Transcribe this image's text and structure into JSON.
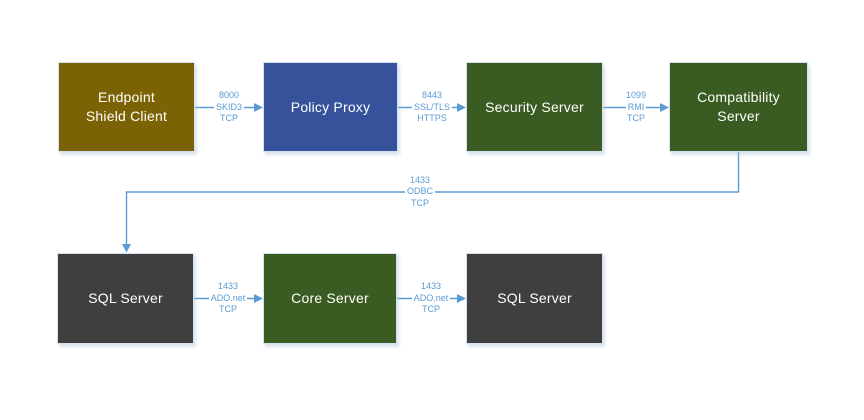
{
  "diagram": {
    "background": "#ffffff",
    "accent_color": "#5B9BD5",
    "node_border_color": "#D5E1EF"
  },
  "boxes": [
    {
      "id": "endpoint-shield-client",
      "label": "Endpoint Shield Client",
      "lines": [
        "Endpoint",
        "Shield Client"
      ],
      "color": "#7A6205"
    },
    {
      "id": "policy-proxy",
      "label": "Policy Proxy",
      "lines": [
        "Policy Proxy"
      ],
      "color": "#35529B"
    },
    {
      "id": "security-server",
      "label": "Security Server",
      "lines": [
        "Security Server"
      ],
      "color": "#3A5B22"
    },
    {
      "id": "compatibility-server",
      "label": "Compatibility Server",
      "lines": [
        "Compatibility",
        "Server"
      ],
      "color": "#3A5B22"
    },
    {
      "id": "sql-server-1",
      "label": "SQL Server",
      "lines": [
        "SQL Server"
      ],
      "color": "#3F3F3F"
    },
    {
      "id": "core-server",
      "label": "Core Server",
      "lines": [
        "Core Server"
      ],
      "color": "#3A5B22"
    },
    {
      "id": "sql-server-2",
      "label": "SQL Server",
      "lines": [
        "SQL Server"
      ],
      "color": "#3F3F3F"
    }
  ],
  "connectors": [
    {
      "from": "endpoint-shield-client",
      "to": "policy-proxy",
      "port": "8000",
      "protocol": "SKID3",
      "transport": "TCP"
    },
    {
      "from": "policy-proxy",
      "to": "security-server",
      "port": "8443",
      "protocol": "SSL/TLS",
      "transport": "HTTPS"
    },
    {
      "from": "security-server",
      "to": "compatibility-server",
      "port": "1099",
      "protocol": "RMI",
      "transport": "TCP"
    },
    {
      "from": "compatibility-server",
      "to": "sql-server-1",
      "port": "1433",
      "protocol": "ODBC",
      "transport": "TCP"
    },
    {
      "from": "sql-server-1",
      "to": "core-server",
      "port": "1433",
      "protocol": "ADO.net",
      "transport": "TCP"
    },
    {
      "from": "core-server",
      "to": "sql-server-2",
      "port": "1433",
      "protocol": "ADO.net",
      "transport": "TCP"
    }
  ]
}
